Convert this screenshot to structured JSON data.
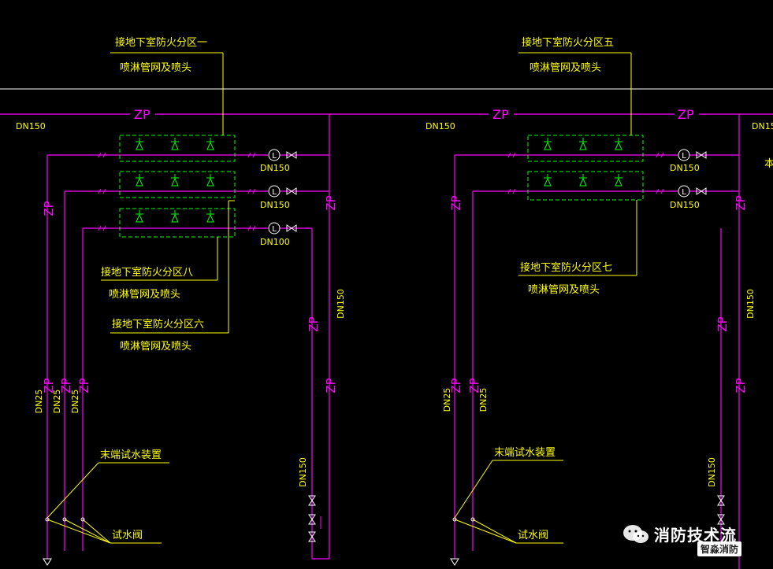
{
  "labels": {
    "zone1_title": "接地下室防火分区一",
    "zone1_sub": "喷淋管网及喷头",
    "zone5_title": "接地下室防火分区五",
    "zone5_sub": "喷淋管网及喷头",
    "zone8_title": "接地下室防火分区八",
    "zone8_sub": "喷淋管网及喷头",
    "zone6_title": "接地下室防火分区六",
    "zone6_sub": "喷淋管网及喷头",
    "zone7_title": "接地下室防火分区七",
    "zone7_sub": "喷淋管网及喷头",
    "end_test_left": "末端试水装置",
    "end_test_right": "末端试水装置",
    "test_valve_left": "试水阀",
    "test_valve_right": "试水阀",
    "pipe_zp": "ZP",
    "dn150": "DN150",
    "dn15_cut": "DN15",
    "dn100": "DN100",
    "dn25": "DN25",
    "flow_switch": "L",
    "edge_char": "本"
  },
  "watermark": {
    "text": "消防技术流",
    "badge": "智淼消防"
  },
  "colors": {
    "background": "#000000",
    "pipe": "#ff00ff",
    "text": "#ffff00",
    "sprinkler": "#00ff00",
    "main": "#ffffff"
  }
}
